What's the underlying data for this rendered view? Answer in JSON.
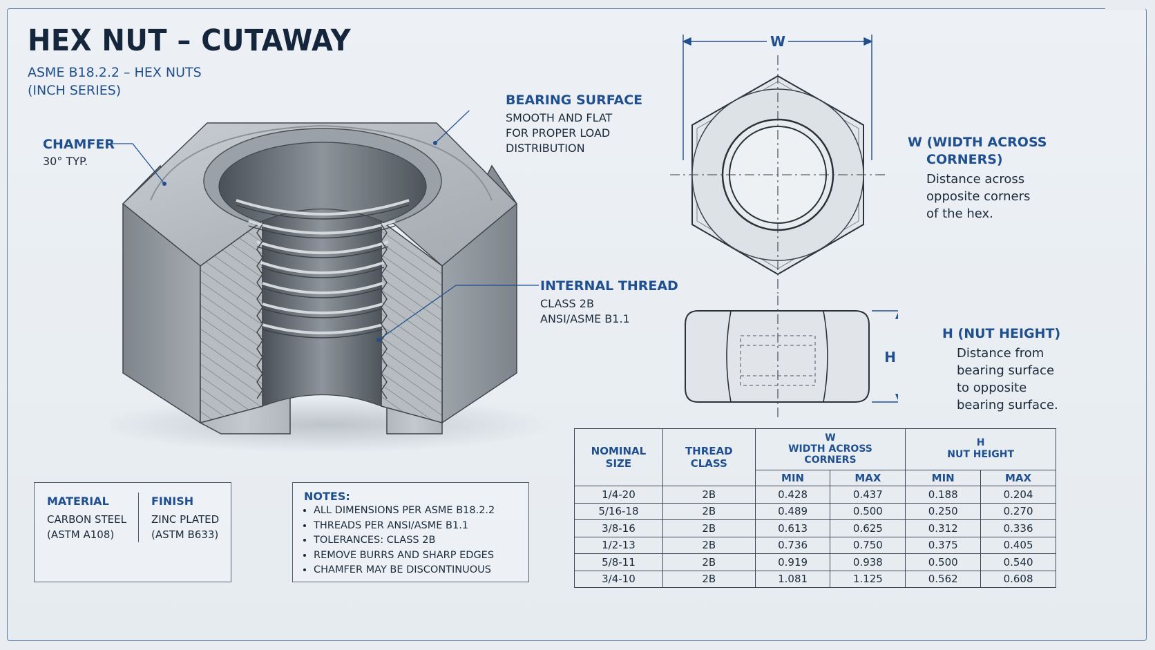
{
  "title": "HEX NUT – CUTAWAY",
  "subtitle": [
    "ASME B18.2.2 – HEX NUTS",
    "(INCH SERIES)"
  ],
  "callouts": {
    "chamfer": {
      "title": "CHAMFER",
      "lines": [
        "30° TYP."
      ]
    },
    "bearing": {
      "title": "BEARING SURFACE",
      "lines": [
        "SMOOTH AND FLAT",
        "FOR PROPER LOAD",
        "DISTRIBUTION"
      ]
    },
    "thread": {
      "title": "INTERNAL THREAD",
      "lines": [
        "CLASS 2B",
        "ANSI/ASME B1.1"
      ]
    }
  },
  "dimension_labels": {
    "w": "W",
    "h": "H"
  },
  "width_desc": {
    "title": [
      "W (WIDTH ACROSS",
      "CORNERS)"
    ],
    "lines": [
      "Distance across",
      "opposite corners",
      "of the hex."
    ]
  },
  "height_desc": {
    "title": "H (NUT HEIGHT)",
    "lines": [
      "Distance from",
      "bearing surface",
      "to opposite",
      "bearing surface."
    ]
  },
  "material": {
    "label": "MATERIAL",
    "lines": [
      "CARBON STEEL",
      "(ASTM A108)"
    ]
  },
  "finish": {
    "label": "FINISH",
    "lines": [
      "ZINC PLATED",
      "(ASTM B633)"
    ]
  },
  "notes": {
    "title": "NOTES:",
    "items": [
      "ALL DIMENSIONS PER ASME B18.2.2",
      "THREADS PER ANSI/ASME B1.1",
      "TOLERANCES: CLASS 2B",
      "REMOVE BURRS AND SHARP EDGES",
      "CHAMFER MAY BE DISCONTINUOUS"
    ]
  },
  "table": {
    "headers": {
      "nominal": [
        "NOMINAL",
        "SIZE"
      ],
      "thread": [
        "THREAD",
        "CLASS"
      ],
      "w": [
        "W",
        "WIDTH ACROSS",
        "CORNERS"
      ],
      "h": [
        "H",
        "NUT HEIGHT"
      ],
      "min": "MIN",
      "max": "MAX"
    },
    "rows": [
      [
        "1/4-20",
        "2B",
        "0.428",
        "0.437",
        "0.188",
        "0.204"
      ],
      [
        "5/16-18",
        "2B",
        "0.489",
        "0.500",
        "0.250",
        "0.270"
      ],
      [
        "3/8-16",
        "2B",
        "0.613",
        "0.625",
        "0.312",
        "0.336"
      ],
      [
        "1/2-13",
        "2B",
        "0.736",
        "0.750",
        "0.375",
        "0.405"
      ],
      [
        "5/8-11",
        "2B",
        "0.919",
        "0.938",
        "0.500",
        "0.540"
      ],
      [
        "3/4-10",
        "2B",
        "1.081",
        "1.125",
        "0.562",
        "0.608"
      ]
    ]
  },
  "colors": {
    "accent": "#1f4f8f",
    "ink": "#1b2a3a",
    "steel": "#9aa1a8"
  }
}
